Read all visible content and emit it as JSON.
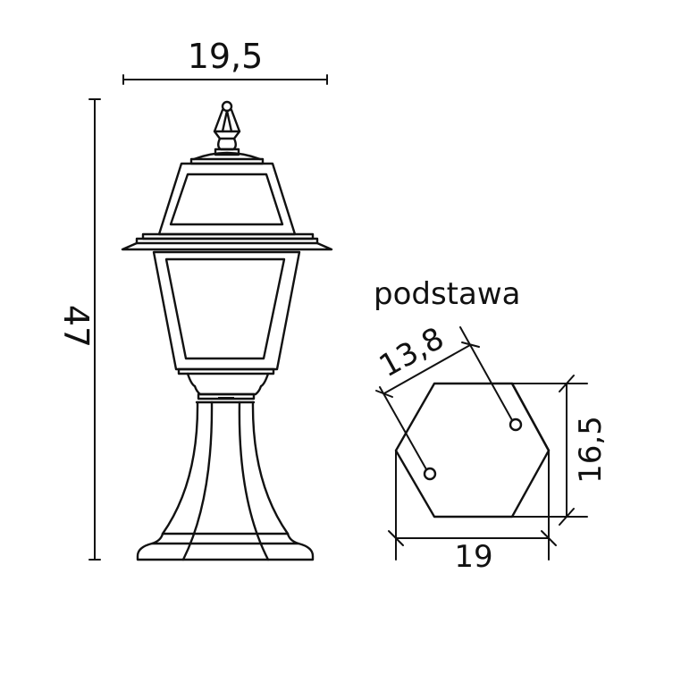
{
  "drawing": {
    "title": "Garden post lamp technical drawing",
    "line_color": "#111111",
    "background": "#ffffff"
  },
  "lamp": {
    "width_dimension": "19,5",
    "height_dimension": "47"
  },
  "base": {
    "label": "podstawa",
    "side_dimension": "13,8",
    "height_dimension": "16,5",
    "width_dimension": "19"
  }
}
